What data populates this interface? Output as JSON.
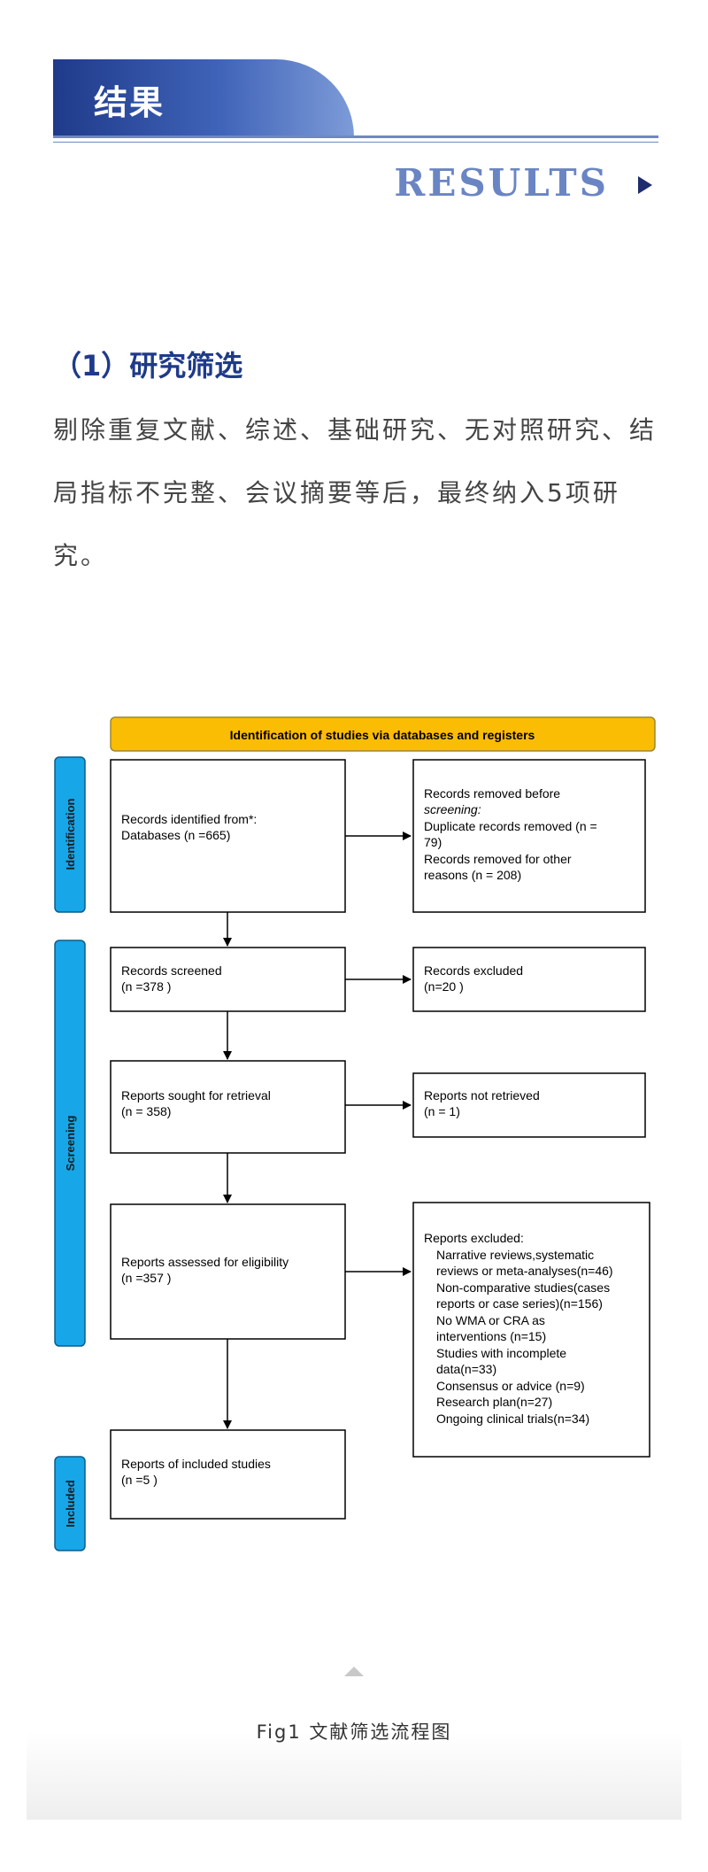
{
  "header": {
    "title": "结果",
    "subtitle": "RESULTS"
  },
  "section": {
    "title": "（1）研究筛选",
    "paragraph": "剔除重复文献、综述、基础研究、无对照研究、结局指标不完整、会议摘要等后，最终纳入5项研究。"
  },
  "flowchart": {
    "top_banner": "Identification of studies via databases and registers",
    "phases": [
      "Identification",
      "Screening",
      "Included"
    ],
    "boxes": {
      "identified": [
        "Records identified from*:",
        "Databases (n =665)"
      ],
      "removed": [
        "Records removed before",
        "screening:",
        "Duplicate records removed  (n =",
        "79)",
        "Records removed for other",
        "reasons (n = 208)"
      ],
      "screened": [
        "Records screened",
        "(n =378 )"
      ],
      "excluded": [
        "Records excluded",
        "(n=20 )"
      ],
      "sought": [
        "Reports sought for retrieval",
        "(n = 358)"
      ],
      "not_retrieved": [
        "Reports not retrieved",
        "(n = 1)"
      ],
      "assessed": [
        "Reports assessed for eligibility",
        "(n =357 )"
      ],
      "reports_excluded": [
        "Reports excluded:",
        "Narrative reviews,systematic",
        "reviews or meta-analyses(n=46)",
        "Non-comparative studies(cases",
        "reports or case series)(n=156)",
        "No WMA or CRA as",
        "interventions (n=15)",
        "Studies with incomplete",
        "data(n=33)",
        "Consensus or advice (n=9)",
        "Research plan(n=27)",
        "Ongoing clinical trials(n=34)"
      ],
      "included": [
        "Reports of included studies",
        "(n =5 )"
      ]
    },
    "colors": {
      "banner": "#fbbc04",
      "phase": "#17a6e8"
    }
  },
  "caption": "Fig1 文献筛选流程图",
  "colors": {
    "header_blue": "#1f3a8a",
    "results_blue": "#6a85c4"
  }
}
